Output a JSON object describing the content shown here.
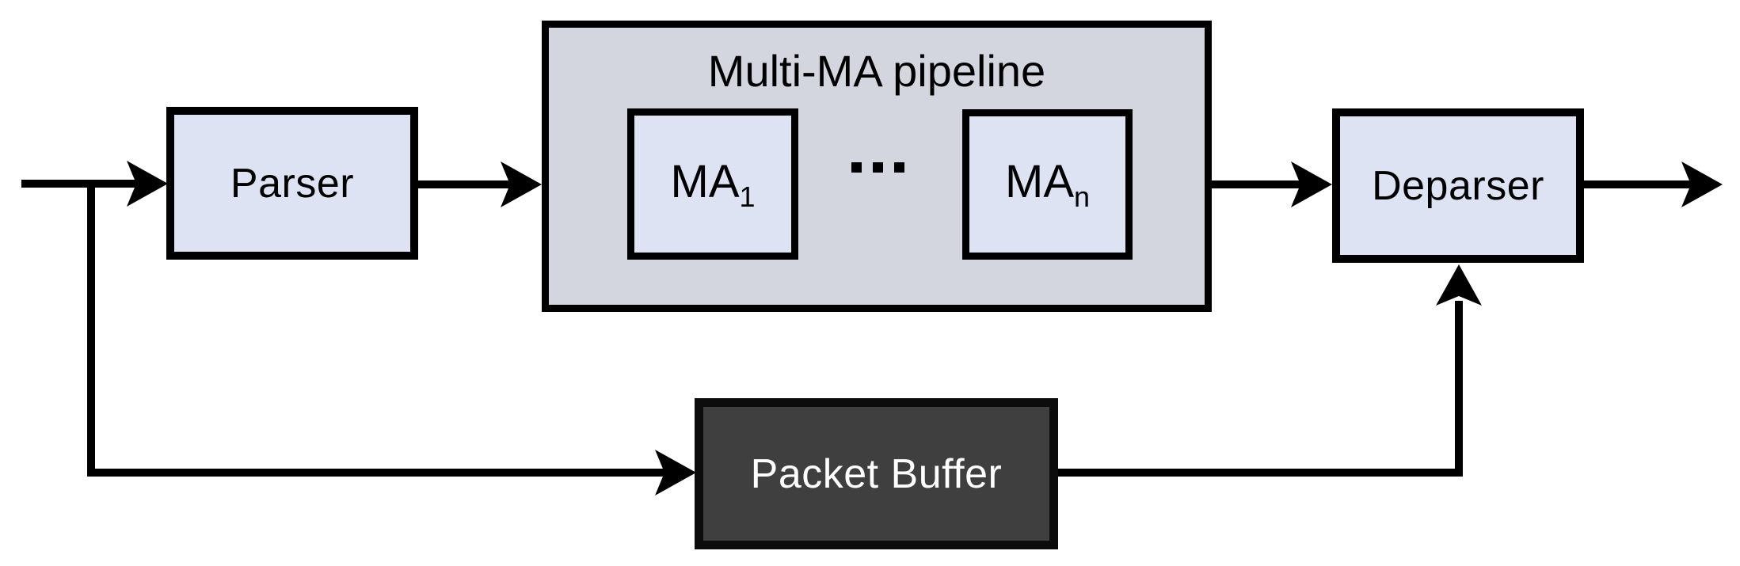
{
  "figure": {
    "background": "#ffffff",
    "colors": {
      "node_fill": "#dde3f3",
      "pipeline_fill": "#d3d6df",
      "buffer_fill": "#3f3f3f",
      "buffer_text": "#ffffff",
      "line": "#000000"
    },
    "nodes": {
      "parser": {
        "label": "Parser"
      },
      "pipeline": {
        "title": "Multi-MA pipeline",
        "ma_first": {
          "base": "MA",
          "sub": "1"
        },
        "ma_last": {
          "base": "MA",
          "sub": "n"
        }
      },
      "deparser": {
        "label": "Deparser"
      },
      "packet_buffer": {
        "label": "Packet Buffer"
      }
    },
    "edges": [
      {
        "from": "input",
        "to": "parser"
      },
      {
        "from": "input-split",
        "to": "packet-buffer"
      },
      {
        "from": "parser",
        "to": "multi-ma-pipeline"
      },
      {
        "from": "multi-ma-pipeline",
        "to": "deparser"
      },
      {
        "from": "packet-buffer",
        "to": "deparser"
      },
      {
        "from": "deparser",
        "to": "output"
      }
    ]
  }
}
